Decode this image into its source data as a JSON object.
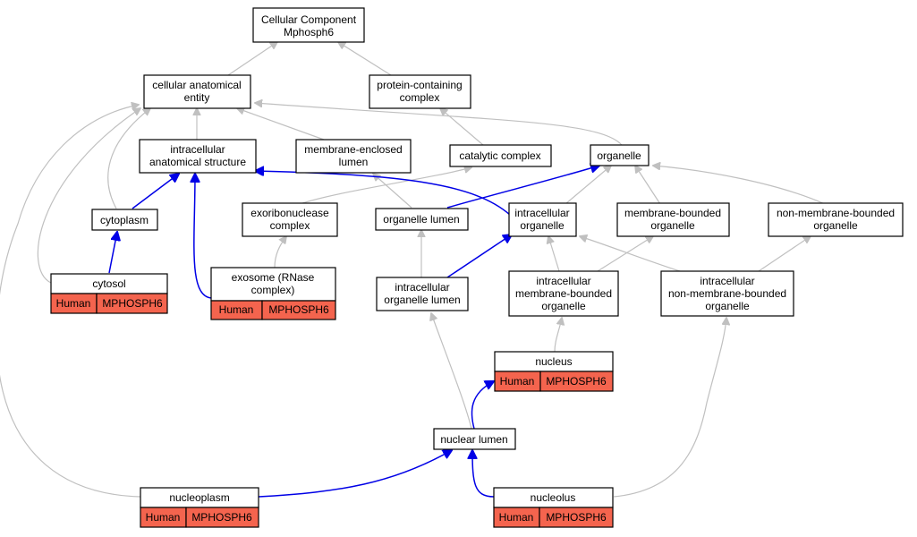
{
  "nodes": {
    "root": {
      "line1": "Cellular Component",
      "line2": "Mphosph6"
    },
    "cae": {
      "line1": "cellular anatomical",
      "line2": "entity"
    },
    "pcc": {
      "line1": "protein-containing",
      "line2": "complex"
    },
    "ias": {
      "line1": "intracellular",
      "line2": "anatomical structure"
    },
    "mel": {
      "line1": "membrane-enclosed",
      "line2": "lumen"
    },
    "catc": {
      "line1": "catalytic complex"
    },
    "org": {
      "line1": "organelle"
    },
    "cyto": {
      "line1": "cytoplasm"
    },
    "exoc": {
      "line1": "exoribonuclease",
      "line2": "complex"
    },
    "orgl": {
      "line1": "organelle lumen"
    },
    "io": {
      "line1": "intracellular",
      "line2": "organelle"
    },
    "mbo": {
      "line1": "membrane-bounded",
      "line2": "organelle"
    },
    "nmbo": {
      "line1": "non-membrane-bounded",
      "line2": "organelle"
    },
    "cytosol": {
      "line1": "cytosol",
      "species": "Human",
      "gene": "MPHOSPH6"
    },
    "exosome": {
      "line1": "exosome (RNase",
      "line2": "complex)",
      "species": "Human",
      "gene": "MPHOSPH6"
    },
    "iol": {
      "line1": "intracellular",
      "line2": "organelle lumen"
    },
    "imbo": {
      "line1": "intracellular",
      "line2": "membrane-bounded",
      "line3": "organelle"
    },
    "inmbo": {
      "line1": "intracellular",
      "line2": "non-membrane-bounded",
      "line3": "organelle"
    },
    "nucleus": {
      "line1": "nucleus",
      "species": "Human",
      "gene": "MPHOSPH6"
    },
    "nuclum": {
      "line1": "nuclear lumen"
    },
    "nucleoplasm": {
      "line1": "nucleoplasm",
      "species": "Human",
      "gene": "MPHOSPH6"
    },
    "nucleolus": {
      "line1": "nucleolus",
      "species": "Human",
      "gene": "MPHOSPH6"
    }
  },
  "colors": {
    "annotation_fill": "#f4644e",
    "edge_is_a": "#c0c0c0",
    "edge_part_of": "#0000e6"
  }
}
